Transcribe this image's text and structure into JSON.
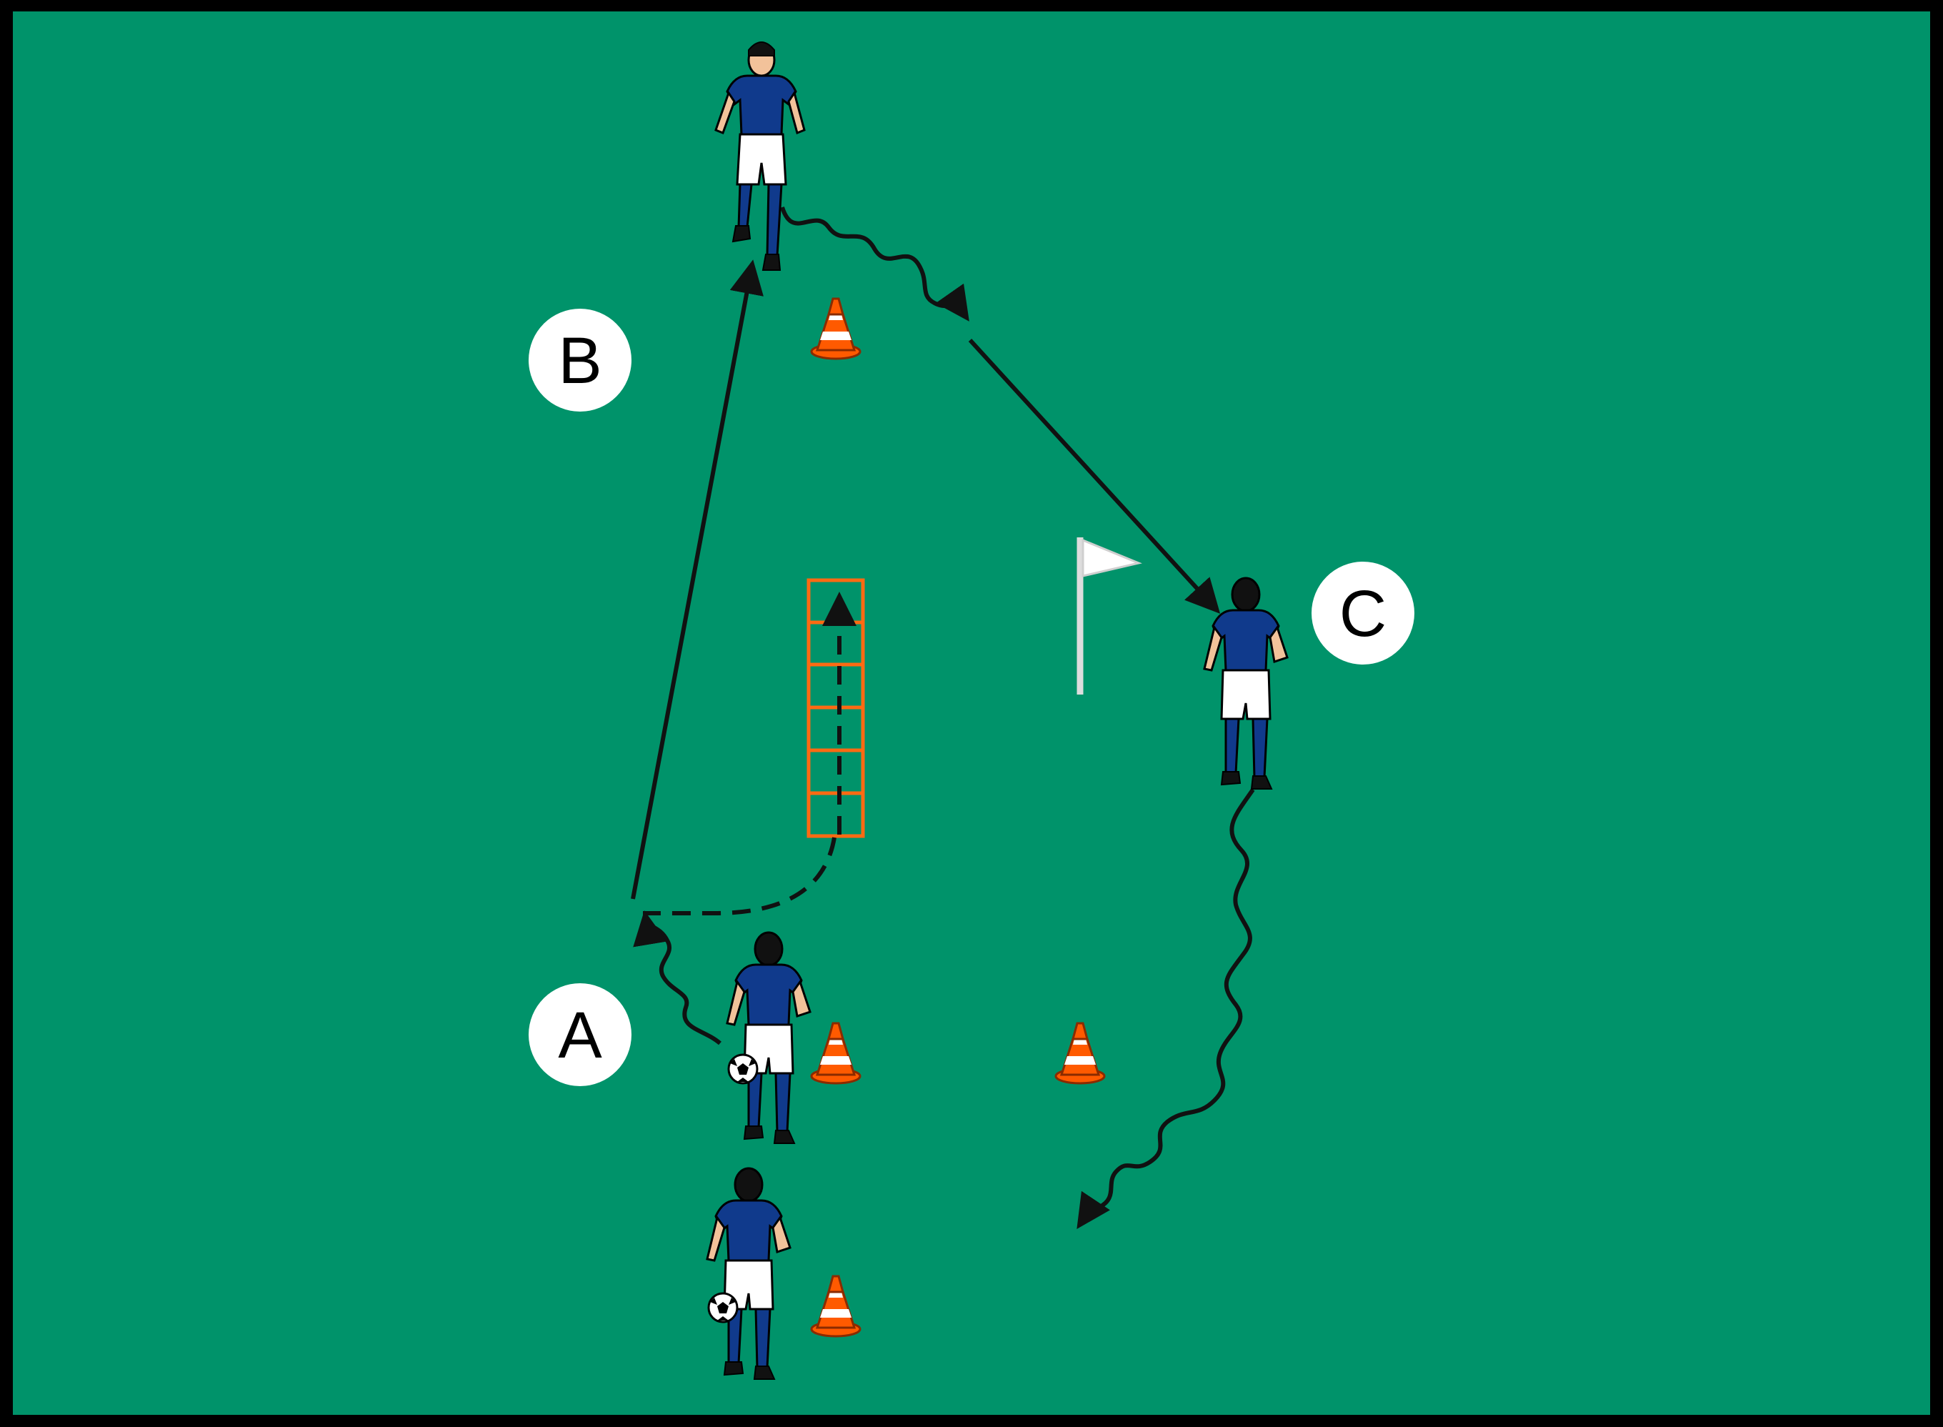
{
  "colors": {
    "pitch": "#00936a",
    "border": "#000000",
    "line": "#111111",
    "cone": "#ff5a00",
    "ladder": "#ff6a12",
    "jersey": "#103a8c",
    "shorts": "#ffffff",
    "skin": "#f2c29a",
    "hair": "#111111",
    "flag": "#ffffff",
    "label_bg": "#ffffff"
  },
  "labels": {
    "a": "A",
    "b": "B",
    "c": "C"
  },
  "elements": {
    "players": [
      "player-b",
      "player-c",
      "player-a",
      "player-waiting"
    ],
    "cones": 4,
    "ladder_rungs": 6,
    "flag": "white-flag",
    "ball": "soccer-ball"
  }
}
